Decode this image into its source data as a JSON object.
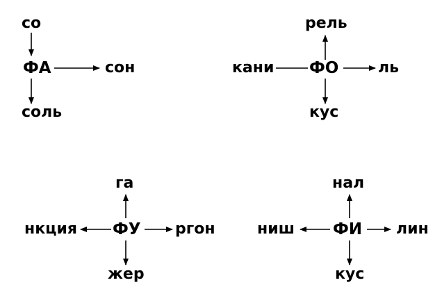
{
  "diagrams": [
    {
      "center": "ФА",
      "top": "со",
      "right": "сон",
      "bottom": "соль",
      "top_arrow": "down",
      "right_arrow": "right",
      "bottom_arrow": "down"
    },
    {
      "center": "ФО",
      "top": "рель",
      "left": "кани",
      "right": "ль",
      "bottom": "кус",
      "top_arrow": "up",
      "left_arrow": "none",
      "right_arrow": "right",
      "bottom_arrow": "down"
    },
    {
      "center": "ФУ",
      "top": "га",
      "left": "нкция",
      "right": "ргон",
      "bottom": "жер",
      "top_arrow": "up",
      "left_arrow": "left",
      "right_arrow": "right",
      "bottom_arrow": "down"
    },
    {
      "center": "ФИ",
      "top": "нал",
      "left": "ниш",
      "right": "лин",
      "bottom": "кус",
      "top_arrow": "up",
      "left_arrow": "left",
      "right_arrow": "right",
      "bottom_arrow": "down"
    }
  ],
  "colors": {
    "ink": "#000000",
    "background": "#ffffff"
  }
}
